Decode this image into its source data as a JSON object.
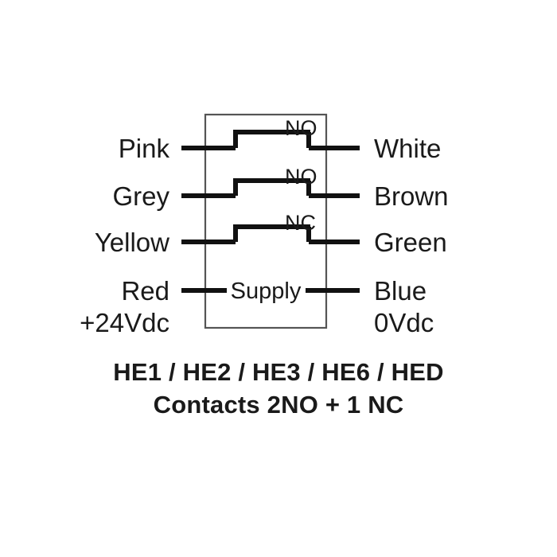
{
  "diagram": {
    "title_caption": {
      "line1": "HE1 / HE2 / HE3 / HE6 / HED",
      "line2": "Contacts 2NO + 1 NC"
    },
    "device_box": {
      "supply_label": "Supply"
    },
    "rows": [
      {
        "id": "row-1",
        "left_label": "Pink",
        "right_label": "White",
        "contact_type": "NO",
        "left_sub": "",
        "right_sub": ""
      },
      {
        "id": "row-2",
        "left_label": "Grey",
        "right_label": "Brown",
        "contact_type": "NO",
        "left_sub": "",
        "right_sub": ""
      },
      {
        "id": "row-3",
        "left_label": "Yellow",
        "right_label": "Green",
        "contact_type": "NC",
        "left_sub": "",
        "right_sub": ""
      },
      {
        "id": "row-supply",
        "left_label": "Red",
        "right_label": "Blue",
        "contact_type": "",
        "left_sub": "+24Vdc",
        "right_sub": "0Vdc"
      }
    ],
    "colors": {
      "background": "#ffffff",
      "ink": "#1a1a1a",
      "conductor": "#111111",
      "box_stroke": "#555555"
    }
  }
}
